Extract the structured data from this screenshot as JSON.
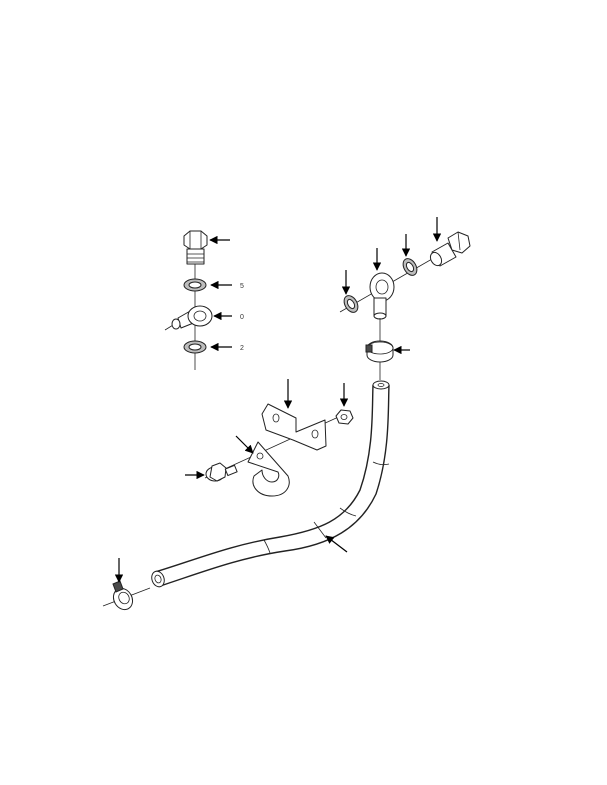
{
  "labels": {
    "washer_upper": "5",
    "banjo_left": "0",
    "washer_lower": "2"
  },
  "colors": {
    "line": "#222222",
    "fill": "#ffffff",
    "shade": "#bdbdbd"
  }
}
